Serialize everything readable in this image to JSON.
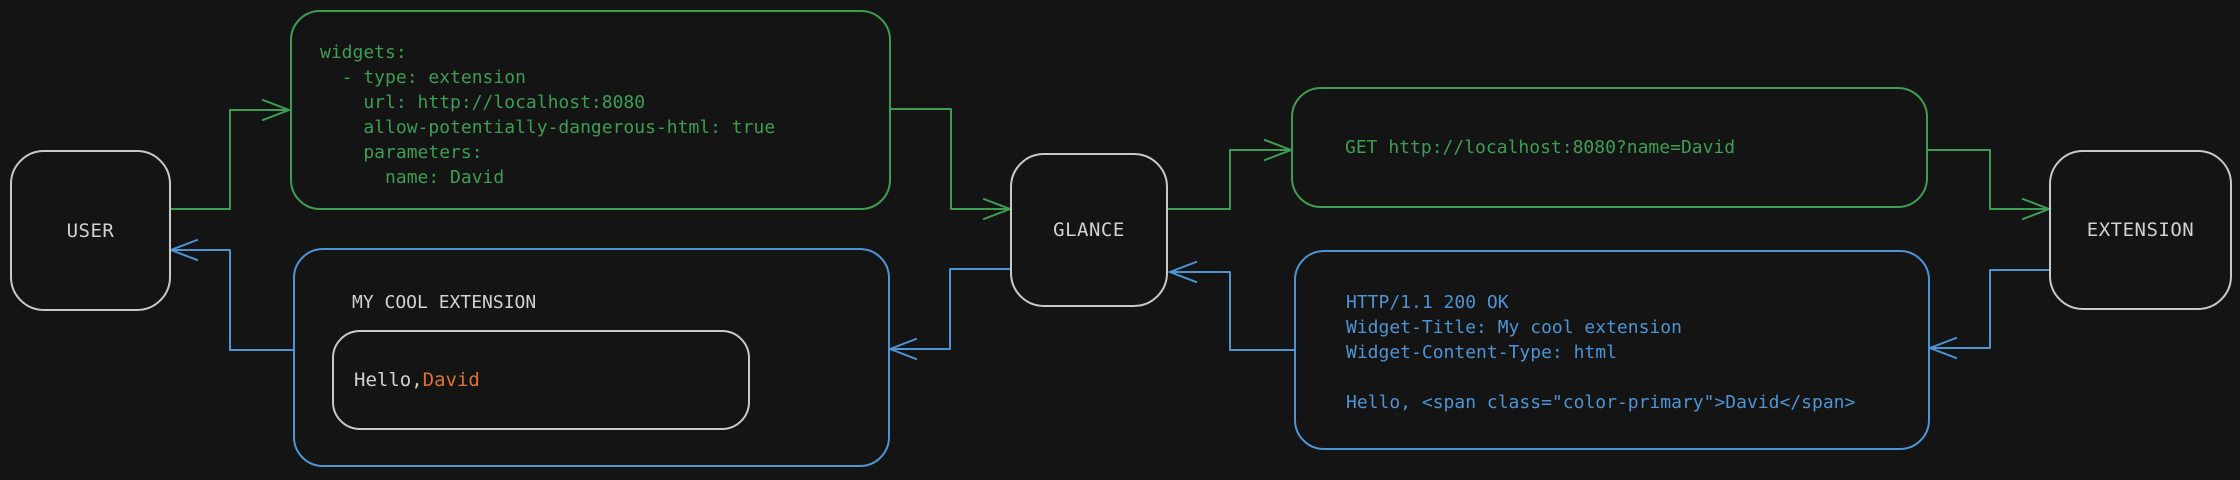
{
  "colors": {
    "background": "#141414",
    "green": "#3c9e52",
    "blue": "#4d94d4",
    "orange": "#dd7234",
    "gray_text": "#d2d2d2",
    "gray_border": "#c9c9c9"
  },
  "nodes": {
    "user": {
      "label": "USER"
    },
    "glance": {
      "label": "GLANCE"
    },
    "extension": {
      "label": "EXTENSION"
    }
  },
  "config_block": {
    "lines": [
      "widgets:",
      "  - type: extension",
      "    url: http://localhost:8080",
      "    allow-potentially-dangerous-html: true",
      "    parameters:",
      "      name: David"
    ]
  },
  "request_block": {
    "text": "GET http://localhost:8080?name=David"
  },
  "response_block": {
    "lines": [
      "HTTP/1.1 200 OK",
      "Widget-Title: My cool extension",
      "Widget-Content-Type: html",
      "",
      "Hello, <span class=\"color-primary\">David</span>"
    ]
  },
  "widget_block": {
    "title": "MY COOL EXTENSION",
    "greeting_prefix": "Hello, ",
    "greeting_name": "David"
  }
}
